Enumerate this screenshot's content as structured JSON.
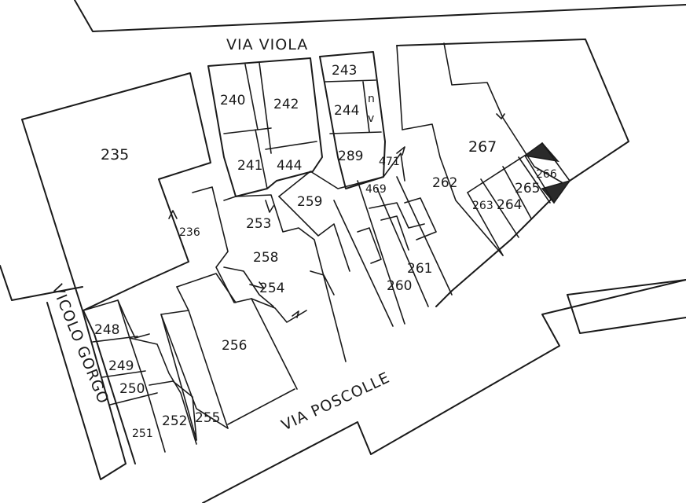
{
  "streets": {
    "via_viola": "VIA VIOLA",
    "vicolo_gorgo": "VICOLO GORGO",
    "via_poscolle": "VIA POSCOLLE"
  },
  "parcels": {
    "p235": "235",
    "p236": "236",
    "p240": "240",
    "p241": "241",
    "p242": "242",
    "p243": "243",
    "p244": "244",
    "p444": "444",
    "p289": "289",
    "p471": "471",
    "p469": "469",
    "p248": "248",
    "p249": "249",
    "p250": "250",
    "p251": "251",
    "p252": "252",
    "p253": "253",
    "p254": "254",
    "p255": "255",
    "p256": "256",
    "p258": "258",
    "p259": "259",
    "p260": "260",
    "p261": "261",
    "p262": "262",
    "p263": "263",
    "p264": "264",
    "p265": "265",
    "p266": "266",
    "p267": "267",
    "mark_n": "n",
    "mark_v": "v"
  },
  "colors": {
    "ink": "#1a1a1a",
    "paper": "#ffffff",
    "fill_dark": "#2a2a2a"
  }
}
